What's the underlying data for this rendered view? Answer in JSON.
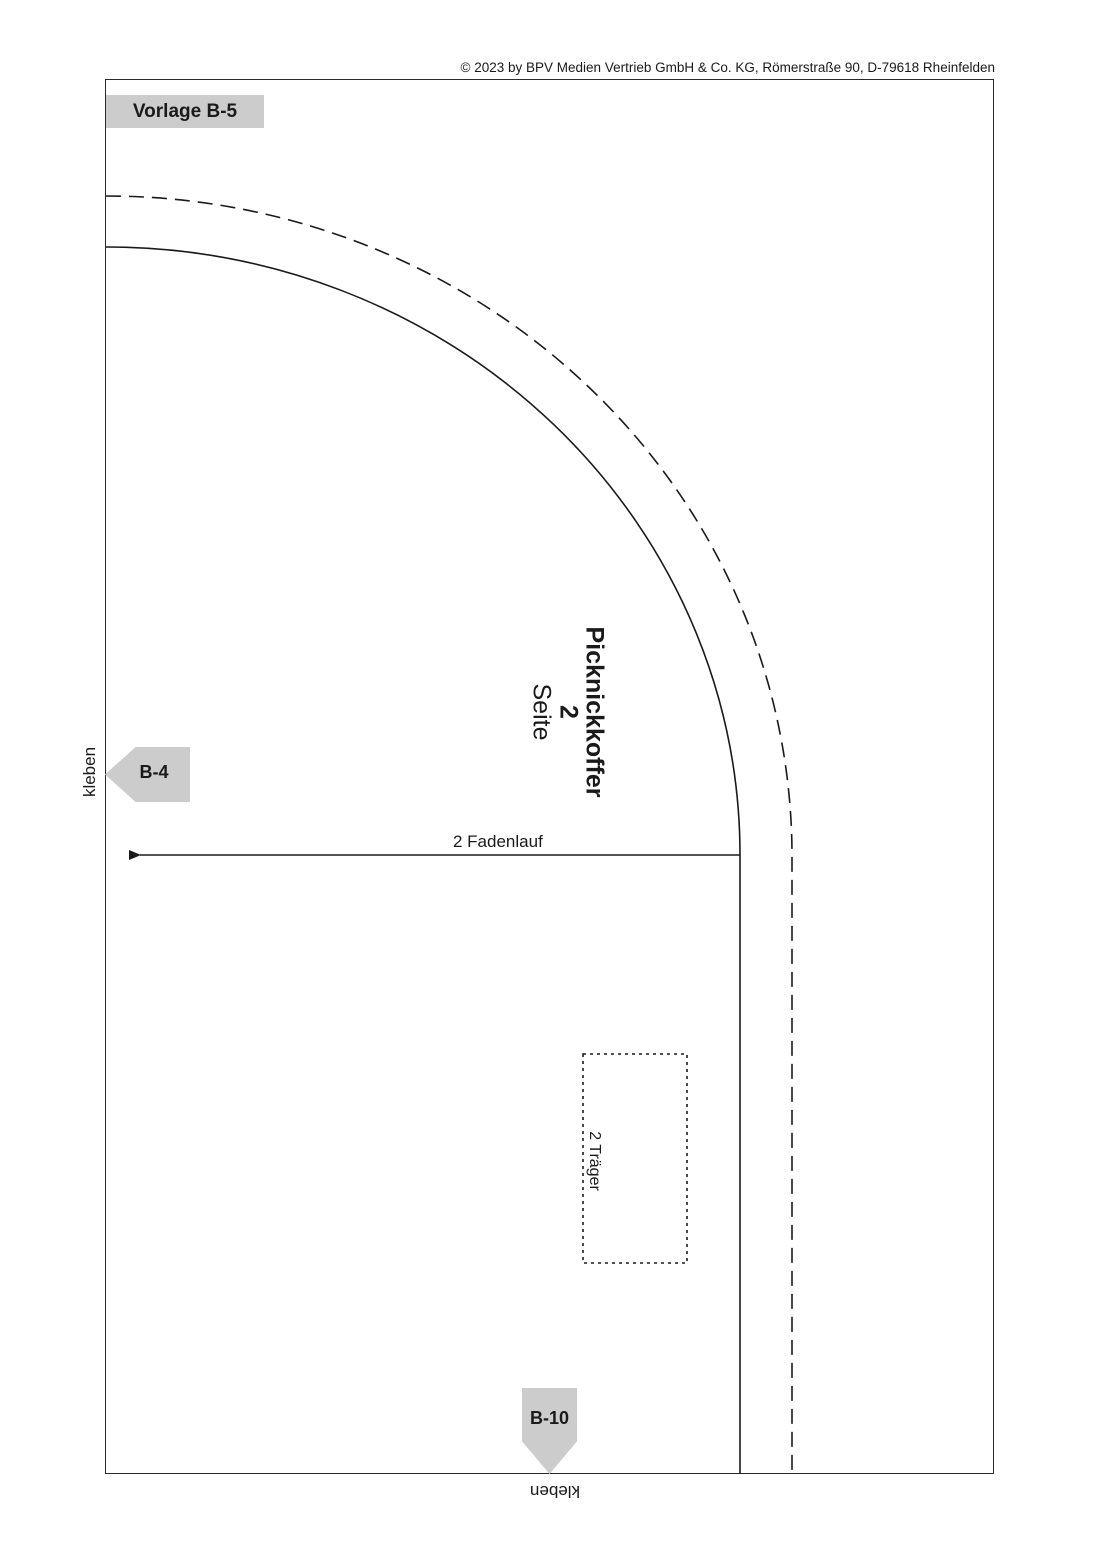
{
  "header": {
    "copyright": "© 2023 by BPV Medien Vertrieb GmbH & Co. KG, Römerstraße 90, D-79618 Rheinfelden"
  },
  "template": {
    "label": "Vorlage B-5"
  },
  "connectors": {
    "left": {
      "tab": "B-4",
      "glue": "kleben"
    },
    "bottom": {
      "tab": "B-10",
      "glue": "kleben"
    }
  },
  "piece": {
    "name": "Picknickkoffer",
    "count": "2",
    "part": "Seite"
  },
  "grainline": {
    "label": "2  Fadenlauf"
  },
  "strap": {
    "label": "2 Träger"
  },
  "colors": {
    "tab_fill": "#cccccc",
    "line": "#1a1a1a"
  }
}
